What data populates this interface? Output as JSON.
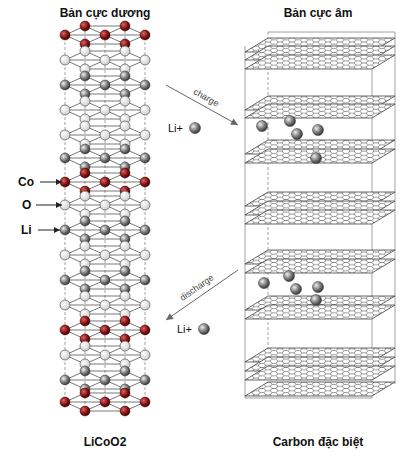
{
  "diagram": {
    "nodes": [
      {
        "text": [
          "Bản cực dương",
          "LiCoO2"
        ]
      },
      {
        "text": [
          "Bản cực âm",
          "Carbon đặc biệt"
        ]
      }
    ],
    "edges": [
      {
        "from": 0,
        "to": 1,
        "arrow": "to",
        "label": "charge"
      },
      {
        "from": 1,
        "to": 0,
        "arrow": "to",
        "label": "discharge"
      }
    ],
    "labels": [
      "Li+",
      "Co",
      "O",
      "Li",
      "Li+"
    ]
  }
}
